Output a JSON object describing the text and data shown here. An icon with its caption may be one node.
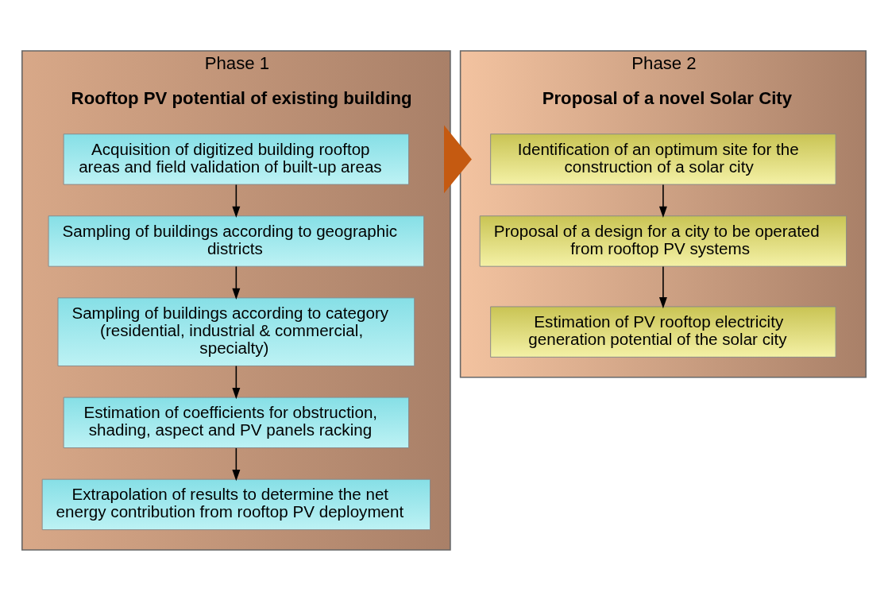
{
  "diagram": {
    "nodes": [
      {
        "text": [
          "Phase 1",
          "Rooftop PV potential of existing building"
        ]
      },
      {
        "text": [
          "Acquisition of digitized building rooftop areas and field validation of built-up areas"
        ],
        "in": 0
      },
      {
        "text": [
          "Sampling of buildings according to geographic districts"
        ],
        "in": 0
      },
      {
        "text": [
          "Sampling of buildings according to category (residential, industrial & commercial, specialty)"
        ],
        "in": 0
      },
      {
        "text": [
          "Estimation of coefficients for obstruction, shading, aspect and PV panels racking"
        ],
        "in": 0
      },
      {
        "text": [
          "Extrapolation of results to determine the net energy contribution from rooftop PV deployment"
        ],
        "in": 0
      },
      {
        "text": [
          "Phase 2",
          "Proposal of a novel Solar City"
        ]
      },
      {
        "text": [
          "Identification of an optimum site for the construction of a solar city"
        ],
        "in": 6
      },
      {
        "text": [
          "Proposal of a design for a city to be operated from rooftop PV systems"
        ],
        "in": 6
      },
      {
        "text": [
          "Estimation of PV rooftop electricity generation potential of the solar city"
        ],
        "in": 6
      }
    ],
    "edges": [
      {
        "from": 1,
        "to": 2,
        "arrow": "to"
      },
      {
        "from": 2,
        "to": 3,
        "arrow": "to"
      },
      {
        "from": 3,
        "to": 4,
        "arrow": "to"
      },
      {
        "from": 4,
        "to": 5,
        "arrow": "to"
      },
      {
        "from": 7,
        "to": 8,
        "arrow": "to"
      },
      {
        "from": 8,
        "to": 9,
        "arrow": "to"
      },
      {
        "from": 0,
        "to": 6,
        "arrow": "to",
        "style": "thick",
        "color": "#c55a11"
      }
    ]
  }
}
